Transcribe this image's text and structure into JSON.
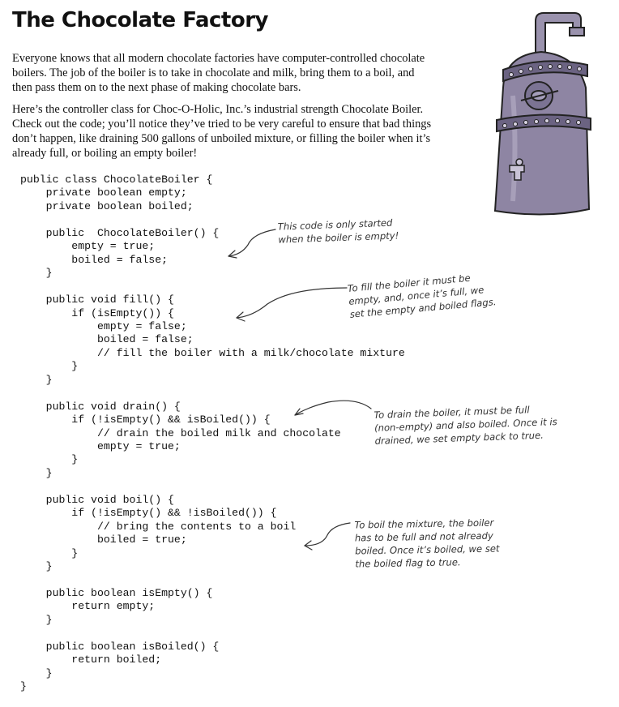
{
  "title": "The Chocolate Factory",
  "paragraphs": [
    "Everyone knows that all modern chocolate factories have computer-controlled chocolate boilers. The job of the boiler is to take in chocolate and milk, bring them to a boil, and then pass them on to the next phase of making chocolate bars.",
    "Here’s the controller class for Choc-O-Holic, Inc.’s industrial strength Chocolate Boiler. Check out the code; you’ll notice they’ve tried to be very careful to ensure that bad things don’t happen, like draining 500 gallons of unboiled mixture, or filling the boiler when it’s already full, or boiling an empty boiler!"
  ],
  "code_lines": [
    "public class ChocolateBoiler {",
    "    private boolean empty;",
    "    private boolean boiled;",
    "",
    "    public  ChocolateBoiler() {",
    "        empty = true;",
    "        boiled = false;",
    "    }",
    "",
    "    public void fill() {",
    "        if (isEmpty()) {",
    "            empty = false;",
    "            boiled = false;",
    "            // fill the boiler with a milk/chocolate mixture",
    "        }",
    "    }",
    "",
    "    public void drain() {",
    "        if (!isEmpty() && isBoiled()) {",
    "            // drain the boiled milk and chocolate",
    "            empty = true;",
    "        }",
    "    }",
    "",
    "    public void boil() {",
    "        if (!isEmpty() && !isBoiled()) {",
    "            // bring the contents to a boil",
    "            boiled = true;",
    "        }",
    "    }",
    "",
    "    public boolean isEmpty() {",
    "        return empty;",
    "    }",
    "",
    "    public boolean isBoiled() {",
    "        return boiled;",
    "    }",
    "}"
  ],
  "annotations": {
    "constructor": [
      "This code is only started",
      "when the boiler is empty!"
    ],
    "fill": [
      "To fill the boiler it must be",
      "empty, and, once it’s full, we",
      "set the empty and boiled flags."
    ],
    "drain": [
      "To drain the boiler, it must be full",
      "(non-empty) and also boiled. Once it is",
      "drained, we set empty back to true."
    ],
    "boil": [
      "To boil the mixture, the boiler",
      "has to be full and not already",
      "boiled. Once it’s boiled, we set",
      "the boiled flag to true."
    ]
  },
  "colors": {
    "boiler_body": "#8e85a3",
    "boiler_band": "#6b6382",
    "ink": "#111111"
  }
}
